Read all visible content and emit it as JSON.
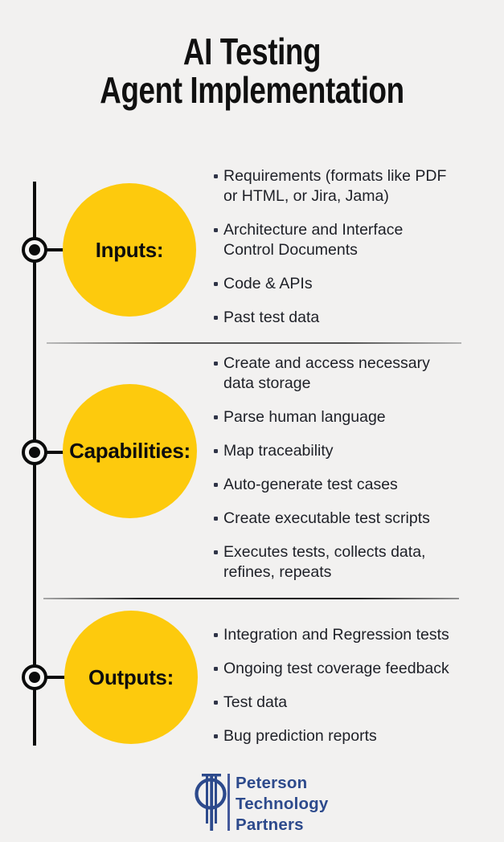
{
  "title": {
    "line1": "AI Testing",
    "line2": "Agent Implementation"
  },
  "sections": [
    {
      "id": "inputs",
      "label": "Inputs:",
      "bullets": [
        "Requirements (formats like PDF\nor HTML, or Jira, Jama)",
        "Architecture and Interface\nControl Documents",
        "Code & APIs",
        "Past test data"
      ]
    },
    {
      "id": "capabilities",
      "label": "Capabilities:",
      "bullets": [
        "Create and access necessary\ndata storage",
        "Parse human language",
        "Map traceability",
        "Auto-generate test cases",
        "Create executable test scripts",
        "Executes tests, collects data,\nrefines, repeats"
      ]
    },
    {
      "id": "outputs",
      "label": "Outputs:",
      "bullets": [
        "Integration and Regression tests",
        "Ongoing test coverage feedback",
        "Test data",
        "Bug prediction reports"
      ]
    }
  ],
  "footer": {
    "brand_line1": "Peterson",
    "brand_line2": "Technology",
    "brand_line3": "Partners"
  },
  "colors": {
    "background": "#f2f1f0",
    "accent_yellow": "#fdca0d",
    "timeline_black": "#0b0b0b",
    "body_text": "#1e2027",
    "brand_navy": "#2d4a8c",
    "divider_gray": "#8f8f8f"
  }
}
